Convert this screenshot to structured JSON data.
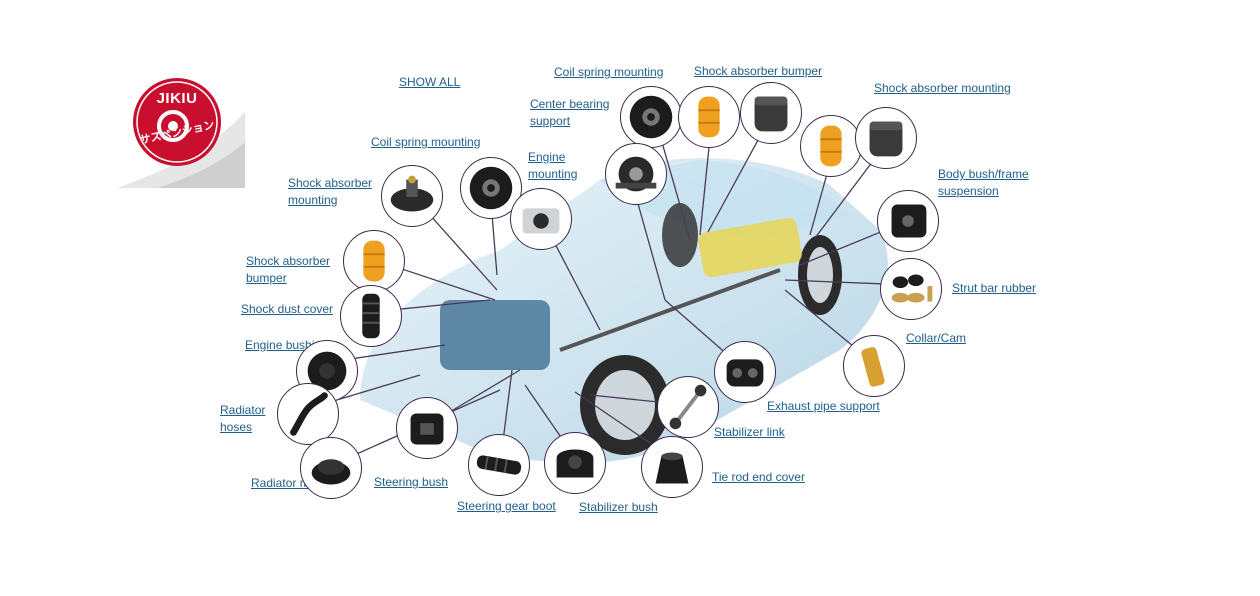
{
  "brand": {
    "logo_top": "JIKIU",
    "logo_bottom": "サスペンション",
    "accent": "#c8102e"
  },
  "controls": {
    "show_all": "SHOW ALL"
  },
  "labels": {
    "coil_spring_mounting_rear": "Coil spring mounting",
    "shock_absorber_bumper_rear": "Shock absorber bumper",
    "shock_absorber_mounting_rear": "Shock absorber mounting",
    "center_bearing_support": "Center bearing support",
    "coil_spring_mounting_front": "Coil spring mounting",
    "engine_mounting": "Engine mounting",
    "shock_absorber_mounting_front": "Shock absorber mounting",
    "body_bush_frame_suspension": "Body bush/frame suspension",
    "shock_absorber_bumper_front": "Shock absorber bumper",
    "strut_bar_rubber": "Strut bar rubber",
    "shock_dust_cover": "Shock dust cover",
    "collar_cam": "Collar/Cam",
    "engine_bushing": "Engine bushing",
    "radiator_hoses": "Radiator hoses",
    "exhaust_pipe_support": "Exhaust pipe support",
    "stabilizer_link": "Stabilizer link",
    "tie_rod_end_cover": "Tie rod end cover",
    "radiator_mounting": "Radiator mounting",
    "steering_bush": "Steering bush",
    "steering_gear_boot": "Steering gear boot",
    "stabilizer_bush": "Stabilizer bush"
  },
  "icons": {
    "part_thumbnail": "part-photo-icon"
  },
  "colors": {
    "link": "#1f5f8a",
    "leader_line": "#4a3a5a",
    "car_body": "#9cc8e0",
    "rubber": "#1c1c1c",
    "bumper_orange": "#f0a020"
  }
}
